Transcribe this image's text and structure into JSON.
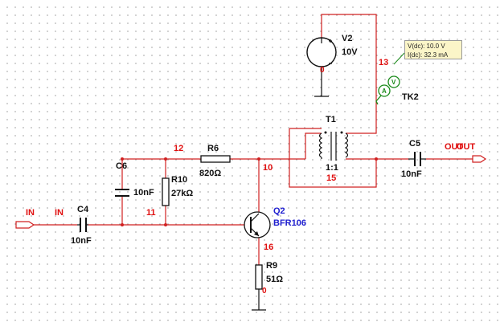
{
  "components": {
    "v2": {
      "ref": "V2",
      "value": "10V",
      "node": "0"
    },
    "t1": {
      "ref": "T1",
      "ratio": "1:1"
    },
    "r6": {
      "ref": "R6",
      "value": "820Ω"
    },
    "r10": {
      "ref": "R10",
      "value": "27kΩ"
    },
    "c6": {
      "ref": "C6",
      "value": "10nF"
    },
    "c4": {
      "ref": "C4",
      "value": "10nF"
    },
    "c5": {
      "ref": "C5",
      "value": "10nF"
    },
    "q2": {
      "ref": "Q2",
      "model": "BFR106"
    },
    "r9": {
      "ref": "R9",
      "value": "51Ω",
      "node": "0"
    },
    "probe": {
      "ref": "TK2",
      "vdc": "V(dc): 10.0 V",
      "idc": "I(dc): 32.3 mA",
      "v_symbol": "V",
      "a_symbol": "A"
    }
  },
  "nets": {
    "n13": "13",
    "n12": "12",
    "n10": "10",
    "n15": "15",
    "n11": "11",
    "n16": "16"
  },
  "ports": {
    "in_port": "IN",
    "in_net": "IN",
    "out_port": "OUT",
    "out_net": "OUT"
  },
  "colors": {
    "wire": "#d02020",
    "net_label": "#e01010",
    "model_label": "#2020d0",
    "probe_fill": "#fbf5c8",
    "probe_icon": "#1a8a1a"
  }
}
